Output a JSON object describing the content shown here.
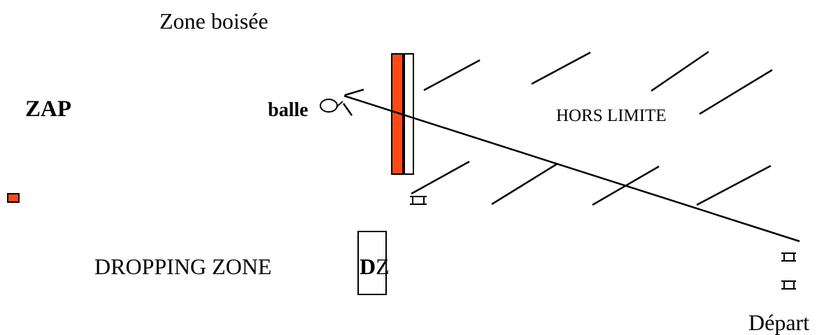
{
  "labels": {
    "zone_boisee": "Zone boisée",
    "zap": "ZAP",
    "balle": "balle",
    "hors_limite": "HORS LIMITE",
    "dropping_zone": "DROPPING ZONE",
    "dz_d": "D",
    "dz_z": "Z",
    "depart": "Départ"
  },
  "colors": {
    "hazard_fill": "#ff4a14",
    "line": "#000000",
    "background": "#ffffff"
  }
}
